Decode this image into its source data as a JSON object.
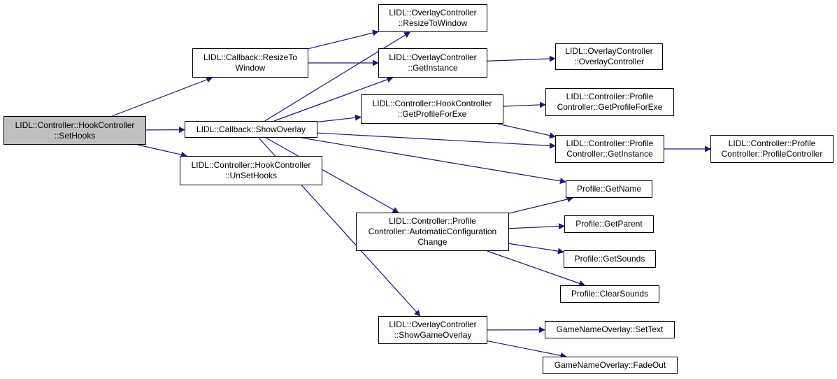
{
  "colors": {
    "edge": "#191970",
    "root_fill": "#bfbfbf",
    "node_fill": "#ffffff",
    "border": "#000000"
  },
  "nodes": {
    "sethooks": [
      "LIDL::Controller::HookController",
      "::SetHooks"
    ],
    "resizeto": [
      "LIDL::Callback::ResizeTo",
      "Window"
    ],
    "showoverlay": [
      "LIDL::Callback::ShowOverlay"
    ],
    "unsethooks": [
      "LIDL::Controller::HookController",
      "::UnSetHooks"
    ],
    "resizetowindow": [
      "LIDL::OverlayController",
      "::ResizeToWindow"
    ],
    "getinstance_oc": [
      "LIDL::OverlayController",
      "::GetInstance"
    ],
    "ctor_oc": [
      "LIDL::OverlayController",
      "::OverlayController"
    ],
    "getprofileforexe_hc": [
      "LIDL::Controller::HookController",
      "::GetProfileForExe"
    ],
    "getprofileforexe_pc": [
      "LIDL::Controller::Profile",
      "Controller::GetProfileForExe"
    ],
    "getinstance_pc": [
      "LIDL::Controller::Profile",
      "Controller::GetInstance"
    ],
    "ctor_pc": [
      "LIDL::Controller::Profile",
      "Controller::ProfileController"
    ],
    "getname": [
      "Profile::GetName"
    ],
    "autoconfig": [
      "LIDL::Controller::Profile",
      "Controller::AutomaticConfiguration",
      "Change"
    ],
    "getparent": [
      "Profile::GetParent"
    ],
    "getsounds": [
      "Profile::GetSounds"
    ],
    "clearsounds": [
      "Profile::ClearSounds"
    ],
    "showgameoverlay": [
      "LIDL::OverlayController",
      "::ShowGameOverlay"
    ],
    "settext": [
      "GameNameOverlay::SetText"
    ],
    "fadeout": [
      "GameNameOverlay::FadeOut"
    ]
  },
  "edges": [
    [
      "sethooks",
      "resizeto"
    ],
    [
      "sethooks",
      "showoverlay"
    ],
    [
      "sethooks",
      "unsethooks"
    ],
    [
      "resizeto",
      "resizetowindow"
    ],
    [
      "resizeto",
      "getinstance_oc"
    ],
    [
      "showoverlay",
      "resizetowindow"
    ],
    [
      "showoverlay",
      "getinstance_oc"
    ],
    [
      "showoverlay",
      "getprofileforexe_hc"
    ],
    [
      "showoverlay",
      "getinstance_pc"
    ],
    [
      "showoverlay",
      "getname"
    ],
    [
      "showoverlay",
      "autoconfig"
    ],
    [
      "showoverlay",
      "showgameoverlay"
    ],
    [
      "getinstance_oc",
      "ctor_oc"
    ],
    [
      "getprofileforexe_hc",
      "getprofileforexe_pc"
    ],
    [
      "getprofileforexe_hc",
      "getinstance_pc"
    ],
    [
      "getinstance_pc",
      "ctor_pc"
    ],
    [
      "autoconfig",
      "getname"
    ],
    [
      "autoconfig",
      "getparent"
    ],
    [
      "autoconfig",
      "getsounds"
    ],
    [
      "autoconfig",
      "clearsounds"
    ],
    [
      "showgameoverlay",
      "settext"
    ],
    [
      "showgameoverlay",
      "fadeout"
    ]
  ]
}
